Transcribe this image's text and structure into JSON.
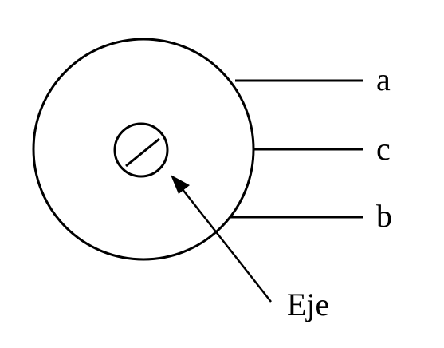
{
  "labels": {
    "terminal_a": "a",
    "terminal_c": "c",
    "terminal_b": "b",
    "shaft": "Eje"
  },
  "colors": {
    "stroke": "#000000",
    "background": "#ffffff"
  }
}
